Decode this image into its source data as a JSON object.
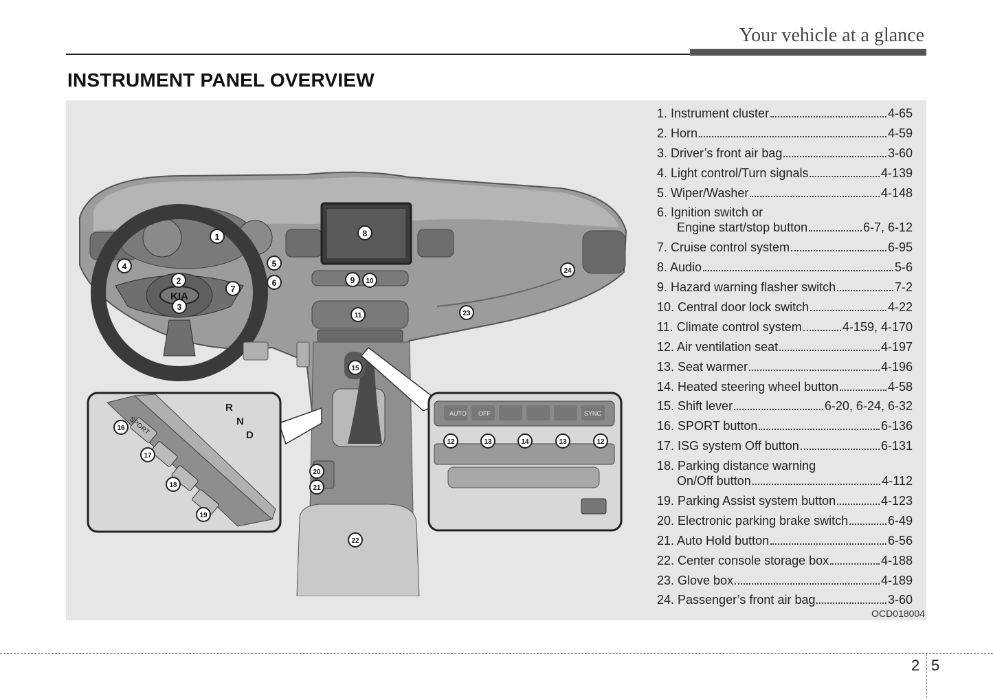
{
  "header": {
    "title": "Your vehicle at a glance"
  },
  "section": {
    "title": "INSTRUMENT PANEL OVERVIEW"
  },
  "figure": {
    "code": "OCD018004",
    "labels": {
      "kia_logo": "KIA",
      "gears": [
        "R",
        "N",
        "D"
      ],
      "sport_text": "SPORT",
      "climate_buttons": [
        "AUTO",
        "OFF",
        "",
        "",
        "",
        "SYNC"
      ]
    },
    "callouts": [
      "1",
      "2",
      "3",
      "4",
      "5",
      "6",
      "7",
      "8",
      "9",
      "10",
      "11",
      "12",
      "13",
      "14",
      "15",
      "16",
      "17",
      "18",
      "19",
      "20",
      "21",
      "22",
      "23",
      "24"
    ]
  },
  "legend": [
    {
      "name": "1. Instrument cluster",
      "page": "4-65"
    },
    {
      "name": "2. Horn",
      "page": "4-59"
    },
    {
      "name": "3. Driver’s front air bag",
      "page": "3-60"
    },
    {
      "name": "4. Light control/Turn signals",
      "page": "4-139"
    },
    {
      "name": "5. Wiper/Washer",
      "page": "4-148"
    },
    {
      "name": "6. Ignition switch or",
      "name2": "Engine start/stop button",
      "page": "6-7, 6-12"
    },
    {
      "name": "7. Cruise control system",
      "page": "6-95"
    },
    {
      "name": "8. Audio",
      "page": "5-6"
    },
    {
      "name": "9. Hazard warning flasher switch",
      "page": "7-2"
    },
    {
      "name": "10. Central door lock switch",
      "page": "4-22"
    },
    {
      "name": "11. Climate control system",
      "page": "4-159, 4-170"
    },
    {
      "name": "12. Air ventilation seat",
      "page": "4-197"
    },
    {
      "name": "13. Seat warmer",
      "page": "4-196"
    },
    {
      "name": "14. Heated steering wheel button",
      "page": "4-58"
    },
    {
      "name": "15. Shift lever",
      "page": "6-20, 6-24, 6-32"
    },
    {
      "name": "16. SPORT button",
      "page": "6-136"
    },
    {
      "name": "17. ISG system Off button",
      "page": "6-131"
    },
    {
      "name": "18. Parking distance warning",
      "name2": "On/Off button",
      "page": "4-112"
    },
    {
      "name": "19. Parking Assist system button",
      "page": "4-123"
    },
    {
      "name": "20. Electronic parking brake switch",
      "page": "6-49"
    },
    {
      "name": "21. Auto Hold button",
      "page": "6-56"
    },
    {
      "name": "22. Center console storage box",
      "page": "4-188"
    },
    {
      "name": "23. Glove box",
      "page": "4-189"
    },
    {
      "name": "24. Passenger’s front air bag",
      "page": "3-60"
    }
  ],
  "footer": {
    "page_left": "2",
    "page_right": "5"
  }
}
